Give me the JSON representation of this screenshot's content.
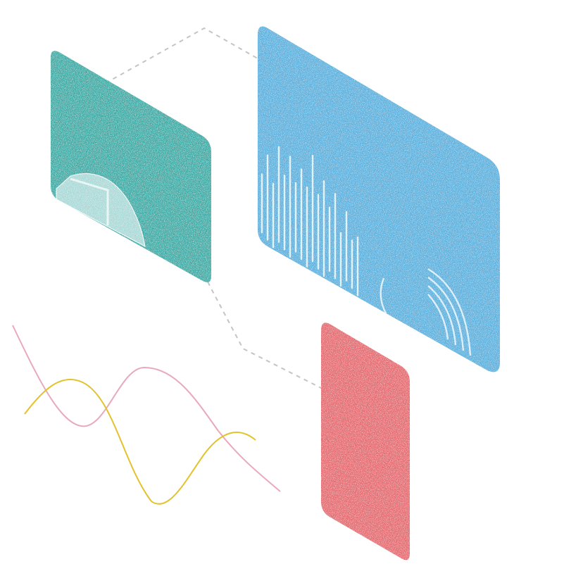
{
  "illustration": {
    "style": "isometric-grainy-panels",
    "colors": {
      "background": "#ffffff",
      "teal_panel": "#3aada8",
      "blue_panel": "#5cb3df",
      "red_panel": "#e56c72",
      "overlay_marks": "#ffffff",
      "connector_line": "#c4c4c4",
      "pink_wave": "#e8a9bd",
      "yellow_wave": "#e3c22d"
    },
    "panels": [
      {
        "id": "teal-panel",
        "icon": "pie-chart-icon"
      },
      {
        "id": "blue-panel",
        "icon": "bar-chart-icon"
      },
      {
        "id": "red-panel",
        "icon": "blank-card"
      }
    ],
    "decorations": [
      "dashed-connector",
      "pink-wave",
      "yellow-wave",
      "concentric-arcs-icon"
    ]
  }
}
